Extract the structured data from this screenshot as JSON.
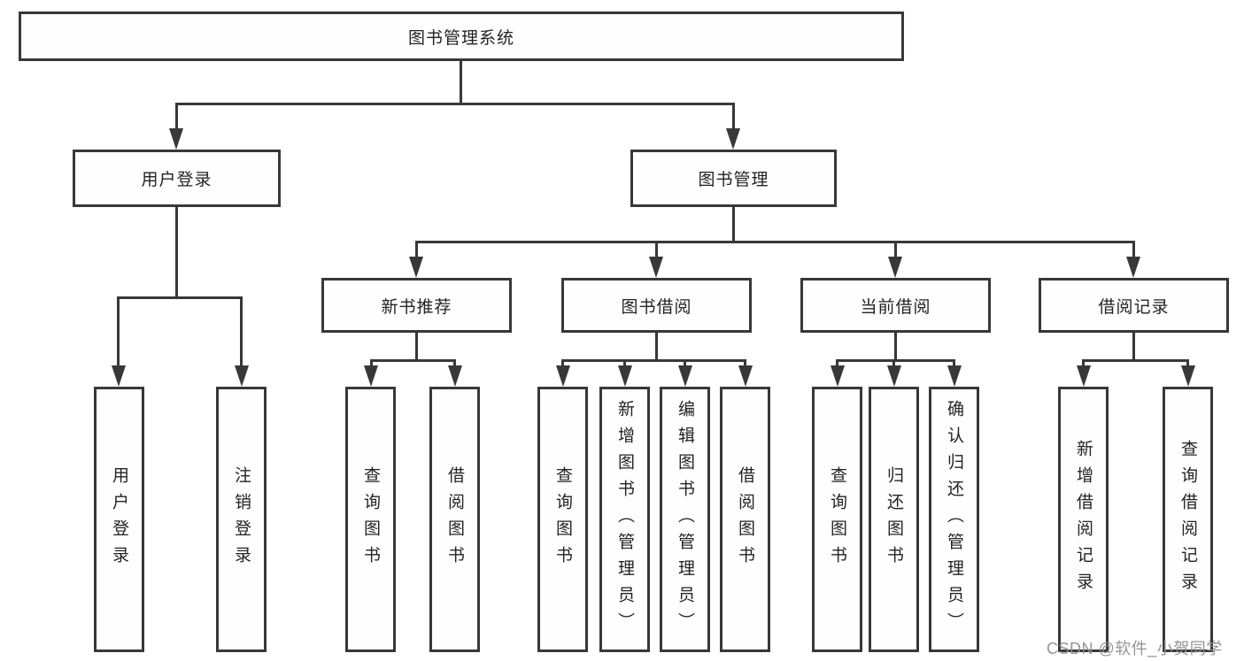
{
  "colors": {
    "line": "#383838",
    "box_border": "#383838",
    "box_fill": "#fefefe",
    "text": "#232323",
    "watermark": "#8f8f8f",
    "background": "#ffffff"
  },
  "watermark": {
    "text": "CSDN @软件_小贺同学"
  },
  "tree": {
    "label": "图书管理系统",
    "children": [
      {
        "label": "用户登录",
        "children": [
          {
            "label": "用户登录"
          },
          {
            "label": "注销登录"
          }
        ]
      },
      {
        "label": "图书管理",
        "children": [
          {
            "label": "新书推荐",
            "children": [
              {
                "label": "查询图书"
              },
              {
                "label": "借阅图书"
              }
            ]
          },
          {
            "label": "图书借阅",
            "children": [
              {
                "label": "查询图书"
              },
              {
                "label": "新增图书（管理员）"
              },
              {
                "label": "编辑图书（管理员）"
              },
              {
                "label": "借阅图书"
              }
            ]
          },
          {
            "label": "当前借阅",
            "children": [
              {
                "label": "查询图书"
              },
              {
                "label": "归还图书"
              },
              {
                "label": "确认归还（管理员）"
              }
            ]
          },
          {
            "label": "借阅记录",
            "children": [
              {
                "label": "新增借阅记录"
              },
              {
                "label": "查询借阅记录"
              }
            ]
          }
        ]
      }
    ]
  }
}
